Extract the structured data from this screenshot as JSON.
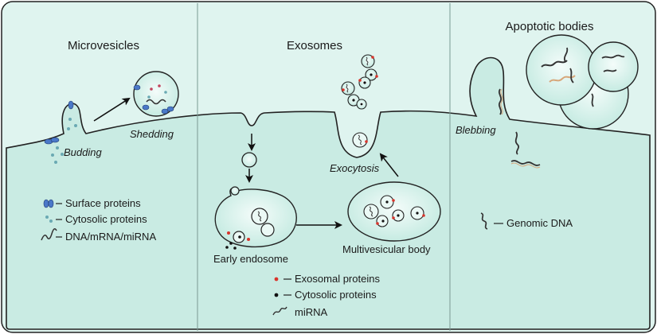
{
  "panels": {
    "microvesicles": {
      "title": "Microvesicles",
      "labels": {
        "budding": "Budding",
        "shedding": "Shedding"
      },
      "legend": {
        "surface_proteins": "Surface proteins",
        "cytosolic_proteins": "Cytosolic proteins",
        "nucleic_acids": "DNA/mRNA/miRNA"
      }
    },
    "exosomes": {
      "title": "Exosomes",
      "labels": {
        "early_endosome": "Early endosome",
        "multivesicular_body": "Multivesicular body",
        "exocytosis": "Exocytosis"
      },
      "legend": {
        "exosomal_proteins": "Exosomal proteins",
        "cytosolic_proteins": "Cytosolic proteins",
        "mirna": "miRNA"
      }
    },
    "apoptotic_bodies": {
      "title": "Apoptotic bodies",
      "labels": {
        "blebbing": "Blebbing"
      },
      "legend": {
        "genomic_dna": "Genomic DNA"
      }
    }
  },
  "colors": {
    "cell": "#c9ebe3",
    "outside": "#dff4ef",
    "vesicle": "#d8f1ea",
    "outline": "#222222",
    "surface_protein": "#4a78c8",
    "cytosolic_protein": "#6aa9b3",
    "exosomal_protein": "#d9342b",
    "dna_dark": "#333333",
    "dna_light": "#d7a77a"
  }
}
